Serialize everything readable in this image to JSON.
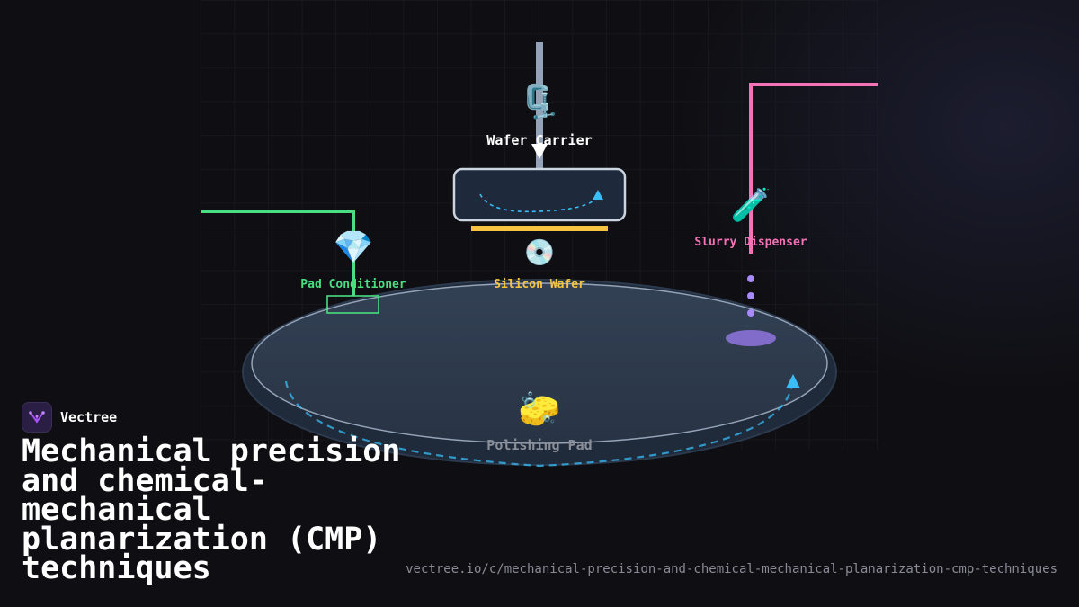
{
  "diagram": {
    "components": {
      "wafer_carrier": {
        "icon": "clamp-icon",
        "label": "Wafer Carrier",
        "color": "#ffffff"
      },
      "silicon_wafer": {
        "icon": "disc-icon",
        "label": "Silicon Wafer",
        "color": "#f5c542"
      },
      "pad_conditioner": {
        "icon": "diamond-icon",
        "label": "Pad Conditioner",
        "color": "#4ade80"
      },
      "slurry_dispenser": {
        "icon": "test-tube-icon",
        "label": "Slurry Dispenser",
        "color": "#f472b6"
      },
      "polishing_pad": {
        "icon": "sponge-icon",
        "label": "Polishing Pad",
        "color": "#8a8f9a"
      }
    },
    "colors": {
      "background": "#0f0f13",
      "rotation_arrow": "#38bdf8",
      "slurry_drops": "#a78bfa",
      "pad_surface": "#334155",
      "carrier_outline": "#cbd5e1",
      "shaft": "#94a3b8"
    }
  },
  "brand": {
    "name": "Vectree",
    "logo_icon": "vectree-logo-icon"
  },
  "title": "Mechanical precision and chemical-mechanical planarization (CMP) techniques",
  "url": "vectree.io/c/mechanical-precision-and-chemical-mechanical-planarization-cmp-techniques"
}
